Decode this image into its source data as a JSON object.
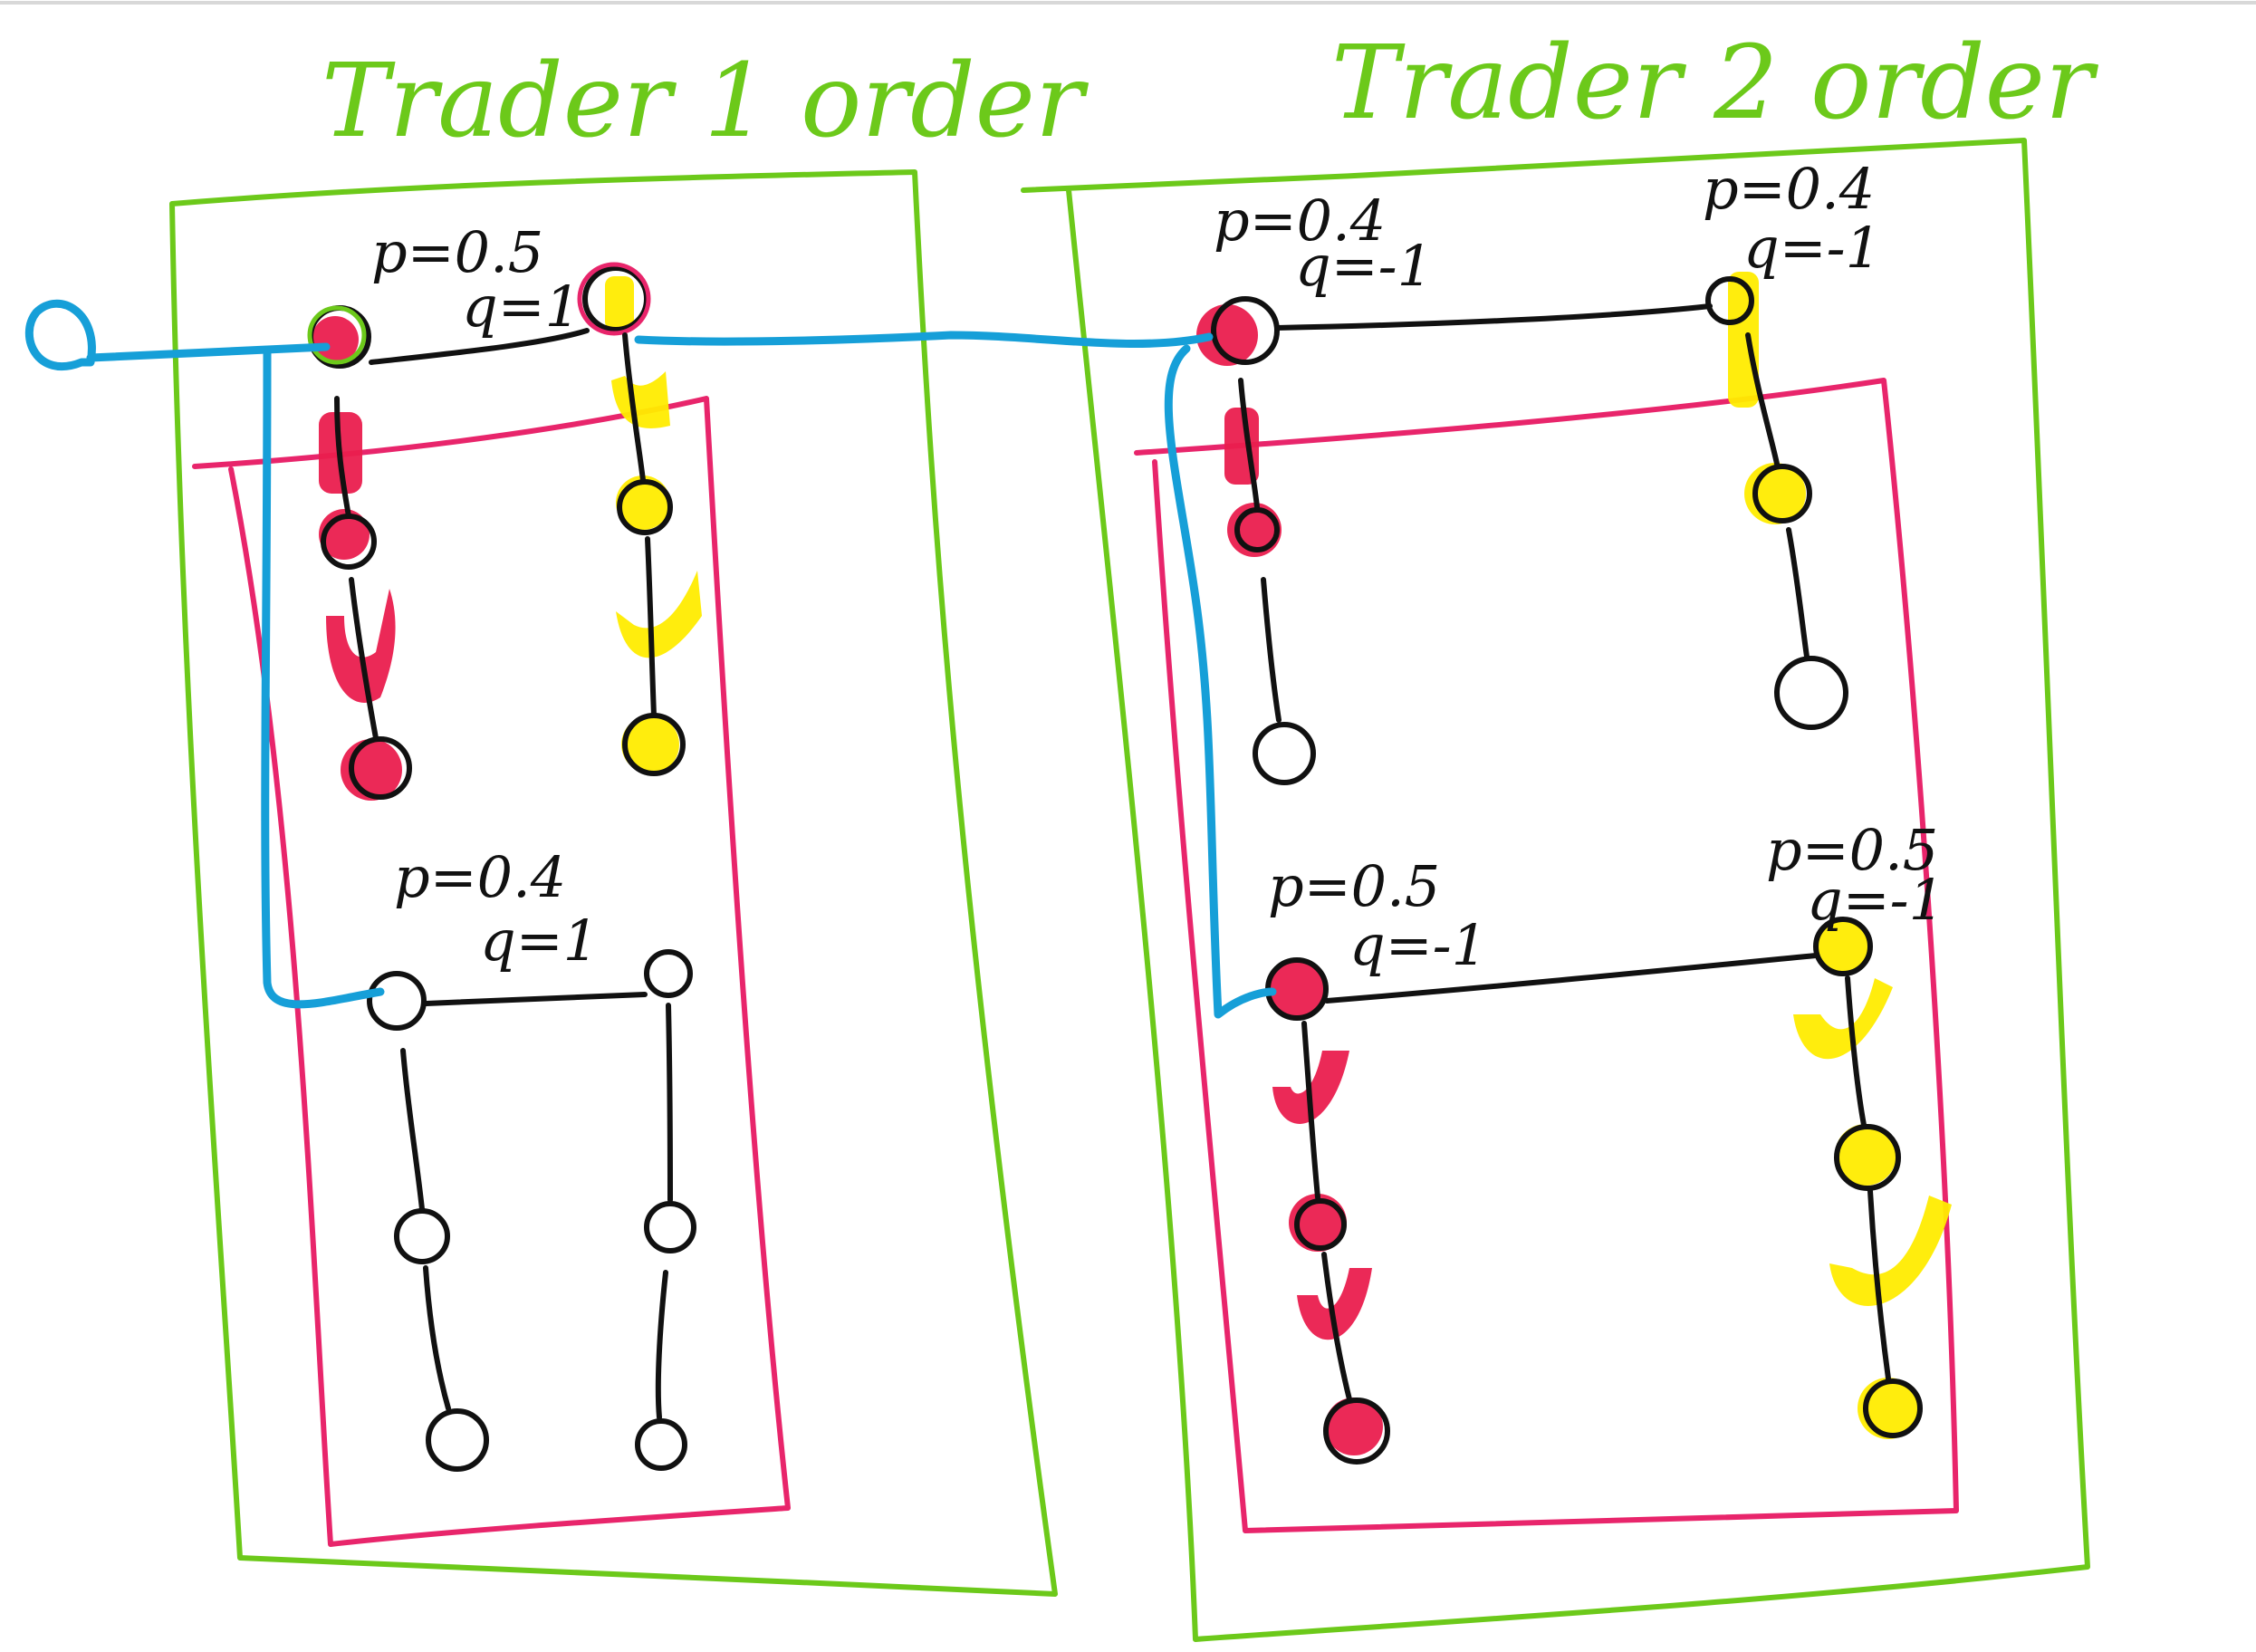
{
  "panels": [
    {
      "id": "trader1",
      "title": "Trader 1 order",
      "top_labels": {
        "p": "p=0.5",
        "q": "q=1"
      },
      "bottom_labels": {
        "p": "p=0.4",
        "q": "q=1"
      }
    },
    {
      "id": "trader2",
      "title": "Trader 2 order",
      "top_labels": {
        "left_p": "p=0.4",
        "left_q": "q=-1",
        "right_p": "p=0.4",
        "right_q": "q=-1"
      },
      "bottom_labels": {
        "left_p": "p=0.5",
        "left_q": "q=-1",
        "right_p": "p=0.5",
        "right_q": "q=-1"
      }
    }
  ],
  "colors": {
    "outer_box": "#6cc91a",
    "inner_box": "#e8256b",
    "link": "#169fd8",
    "highlight_red": "#ea1e4e",
    "highlight_yellow": "#ffec00",
    "ink": "#111111"
  }
}
